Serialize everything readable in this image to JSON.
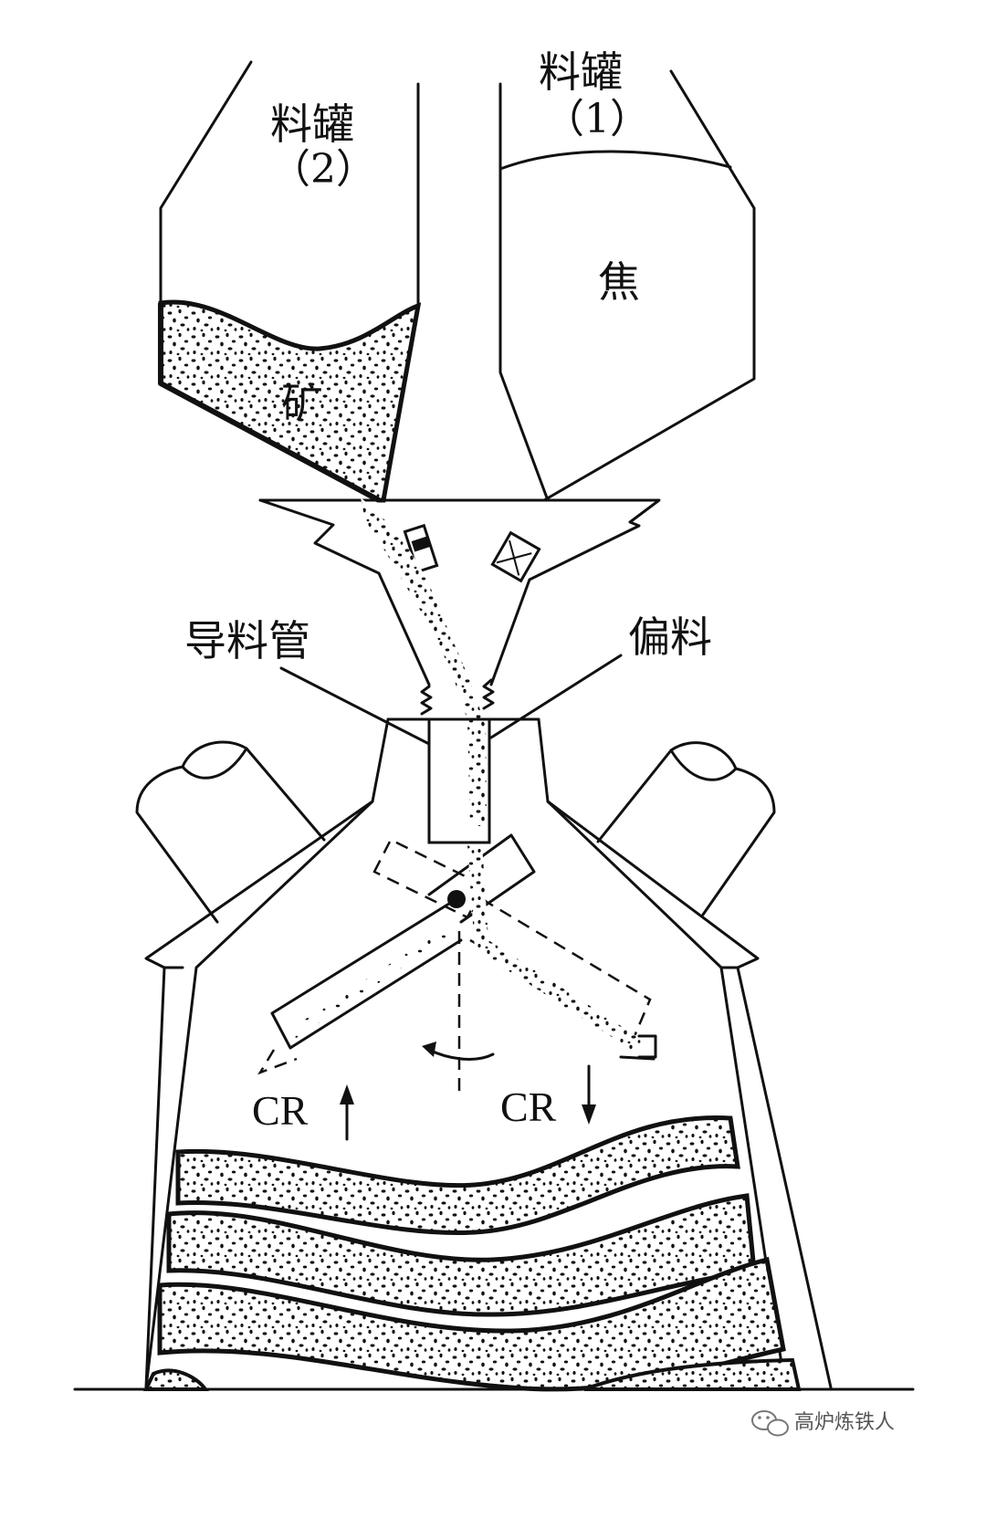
{
  "labels": {
    "hopper2": "料罐",
    "hopper2_num": "（2）",
    "hopper1": "料罐",
    "hopper1_num": "（1）",
    "coke": "焦",
    "ore": "矿",
    "guide_pipe": "导料管",
    "segregation": "偏料",
    "cr_left": "CR",
    "cr_right": "CR"
  },
  "watermark": {
    "text": "高炉炼铁人",
    "icon": "wechat-icon"
  },
  "colors": {
    "ink": "#111111",
    "background": "#ffffff"
  }
}
